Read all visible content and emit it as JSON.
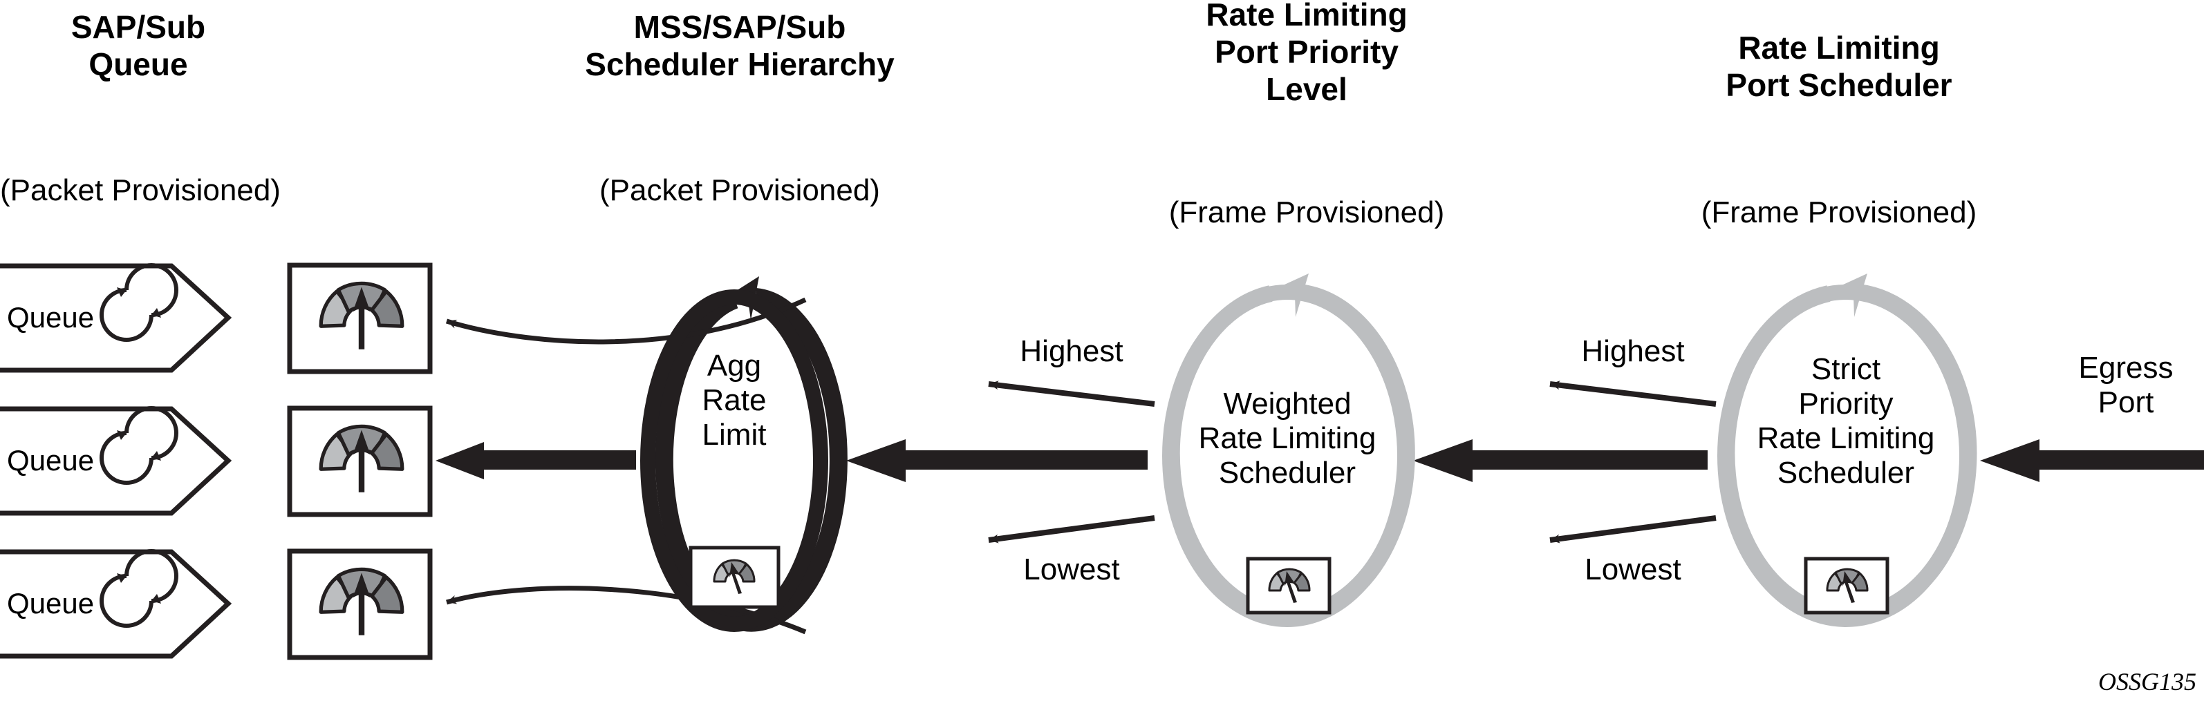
{
  "diagram": {
    "watermark": "OSSG135",
    "colors": {
      "stroke_black": "#231f20",
      "gray_arc": "#bcbec0",
      "gauge_light": "#bcbec0",
      "gauge_mid": "#939598",
      "gauge_dark": "#808285",
      "background": "#ffffff"
    },
    "columns": [
      {
        "id": "sap-sub-queue",
        "title": "SAP/Sub\nQueue",
        "subtitle": "(Packet Provisioned)"
      },
      {
        "id": "mss-sap-sub-scheduler-hierarchy",
        "title": "MSS/SAP/Sub\nScheduler Hierarchy",
        "subtitle": "(Packet Provisioned)"
      },
      {
        "id": "rate-limiting-port-priority-level",
        "title": "Rate Limiting\nPort Priority\nLevel",
        "subtitle": "(Frame Provisioned)"
      },
      {
        "id": "rate-limiting-port-scheduler",
        "title": "Rate Limiting\nPort Scheduler",
        "subtitle": "(Frame Provisioned)"
      }
    ],
    "queues": [
      {
        "label": "Queue"
      },
      {
        "label": "Queue"
      },
      {
        "label": "Queue"
      }
    ],
    "nodes": {
      "agg_rate_limit": "Agg\nRate\nLimit",
      "weighted_scheduler": "Weighted\nRate Limiting\nScheduler",
      "strict_priority_scheduler": "Strict\nPriority\nRate Limiting\nScheduler",
      "egress_port": "Egress\nPort"
    },
    "priority_labels": {
      "weighted_highest": "Highest",
      "weighted_lowest": "Lowest",
      "strict_highest": "Highest",
      "strict_lowest": "Lowest"
    }
  }
}
